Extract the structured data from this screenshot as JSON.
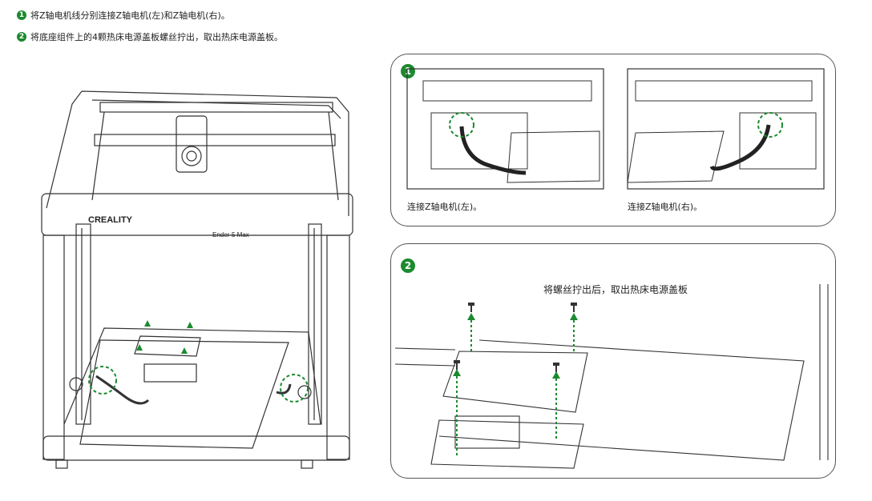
{
  "steps": [
    {
      "num": "1",
      "text": "将Z轴电机线分别连接Z轴电机(左)和Z轴电机(右)。"
    },
    {
      "num": "2",
      "text": "将底座组件上的4颗热床电源盖板螺丝拧出，取出热床电源盖板。"
    }
  ],
  "printer": {
    "brand": "CREALITY",
    "model": "Ender-5 Max"
  },
  "panel1": {
    "badge": "1",
    "caption_left": "连接Z轴电机(左)。",
    "caption_right": "连接Z轴电机(右)。"
  },
  "panel2": {
    "badge": "2",
    "note": "将螺丝拧出后，取出热床电源盖板"
  },
  "colors": {
    "accent": "#1c8a2e",
    "line": "#333333"
  }
}
